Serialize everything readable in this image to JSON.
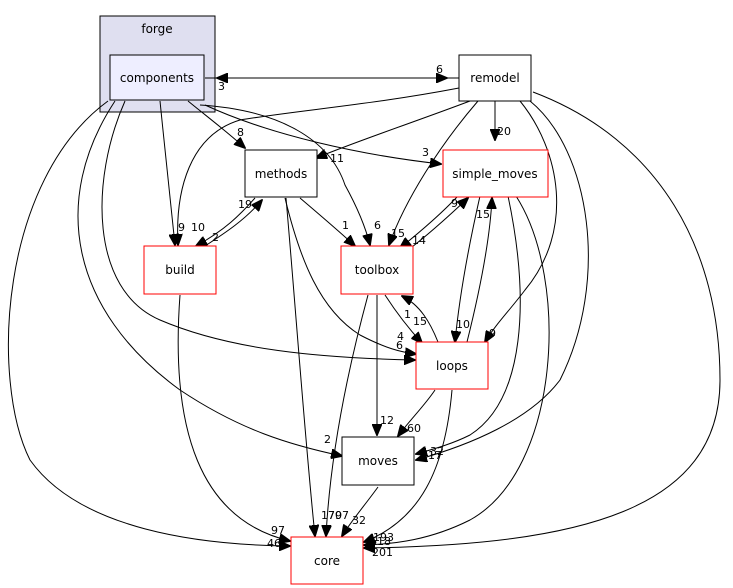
{
  "cluster": {
    "label": "forge",
    "fill": "#dfdff0",
    "stroke": "#000000"
  },
  "colors": {
    "normal_border": "#000000",
    "highlight_border": "#ff0000",
    "selected_fill": "#eeeeff"
  },
  "nodes": [
    {
      "id": "components",
      "label": "components",
      "style": "selected"
    },
    {
      "id": "remodel",
      "label": "remodel",
      "style": "normal"
    },
    {
      "id": "methods",
      "label": "methods",
      "style": "normal"
    },
    {
      "id": "simple_moves",
      "label": "simple_moves",
      "style": "red"
    },
    {
      "id": "build",
      "label": "build",
      "style": "red"
    },
    {
      "id": "toolbox",
      "label": "toolbox",
      "style": "red"
    },
    {
      "id": "loops",
      "label": "loops",
      "style": "red"
    },
    {
      "id": "moves",
      "label": "moves",
      "style": "normal"
    },
    {
      "id": "core",
      "label": "core",
      "style": "red"
    }
  ],
  "edges": [
    {
      "id": "components-remodel",
      "from": "components",
      "to": "remodel",
      "label": "6"
    },
    {
      "id": "remodel-components",
      "from": "remodel",
      "to": "components",
      "label": "3"
    },
    {
      "id": "components-methods",
      "from": "components",
      "to": "methods",
      "label": "8"
    },
    {
      "id": "components-simple_moves",
      "from": "components",
      "to": "simple_moves",
      "label": "3"
    },
    {
      "id": "components-build",
      "from": "components",
      "to": "build",
      "label": "9"
    },
    {
      "id": "components-toolbox",
      "from": "components",
      "to": "toolbox",
      "label": "6"
    },
    {
      "id": "components-loops",
      "from": "components",
      "to": "loops",
      "label": "6"
    },
    {
      "id": "components-moves",
      "from": "components",
      "to": "moves",
      "label": "2"
    },
    {
      "id": "components-core",
      "from": "components",
      "to": "core",
      "label": "46"
    },
    {
      "id": "remodel-simple_moves",
      "from": "remodel",
      "to": "simple_moves",
      "label": "20"
    },
    {
      "id": "remodel-methods",
      "from": "remodel",
      "to": "methods",
      "label": "11"
    },
    {
      "id": "remodel-build",
      "from": "remodel",
      "to": "build",
      "label": "10"
    },
    {
      "id": "remodel-toolbox",
      "from": "remodel",
      "to": "toolbox",
      "label": "15"
    },
    {
      "id": "remodel-loops",
      "from": "remodel",
      "to": "loops",
      "label": "9"
    },
    {
      "id": "remodel-moves",
      "from": "remodel",
      "to": "moves",
      "label": "32"
    },
    {
      "id": "remodel-core",
      "from": "remodel",
      "to": "core",
      "label": "201"
    },
    {
      "id": "methods-build",
      "from": "methods",
      "to": "build",
      "label": "2"
    },
    {
      "id": "build-methods",
      "from": "build",
      "to": "methods",
      "label": "19"
    },
    {
      "id": "methods-toolbox",
      "from": "methods",
      "to": "toolbox",
      "label": "1"
    },
    {
      "id": "methods-loops",
      "from": "methods",
      "to": "loops",
      "label": "4"
    },
    {
      "id": "methods-core",
      "from": "methods",
      "to": "core",
      "label": "179"
    },
    {
      "id": "simple_moves-toolbox",
      "from": "simple_moves",
      "to": "toolbox",
      "label": "14"
    },
    {
      "id": "toolbox-simple_moves",
      "from": "toolbox",
      "to": "simple_moves",
      "label": "9"
    },
    {
      "id": "simple_moves-loops",
      "from": "simple_moves",
      "to": "loops",
      "label": "10"
    },
    {
      "id": "loops-simple_moves",
      "from": "loops",
      "to": "simple_moves",
      "label": "15"
    },
    {
      "id": "simple_moves-moves",
      "from": "simple_moves",
      "to": "moves",
      "label": "17"
    },
    {
      "id": "simple_moves-core",
      "from": "simple_moves",
      "to": "core",
      "label": "618"
    },
    {
      "id": "build-core",
      "from": "build",
      "to": "core",
      "label": "97"
    },
    {
      "id": "toolbox-loops",
      "from": "toolbox",
      "to": "loops",
      "label": "15"
    },
    {
      "id": "loops-toolbox",
      "from": "loops",
      "to": "toolbox",
      "label": "1"
    },
    {
      "id": "toolbox-moves",
      "from": "toolbox",
      "to": "moves",
      "label": "12"
    },
    {
      "id": "toolbox-core",
      "from": "toolbox",
      "to": "core",
      "label": "707"
    },
    {
      "id": "loops-moves",
      "from": "loops",
      "to": "moves",
      "label": "60"
    },
    {
      "id": "loops-core",
      "from": "loops",
      "to": "core",
      "label": "193"
    },
    {
      "id": "moves-core",
      "from": "moves",
      "to": "core",
      "label": "32"
    }
  ]
}
